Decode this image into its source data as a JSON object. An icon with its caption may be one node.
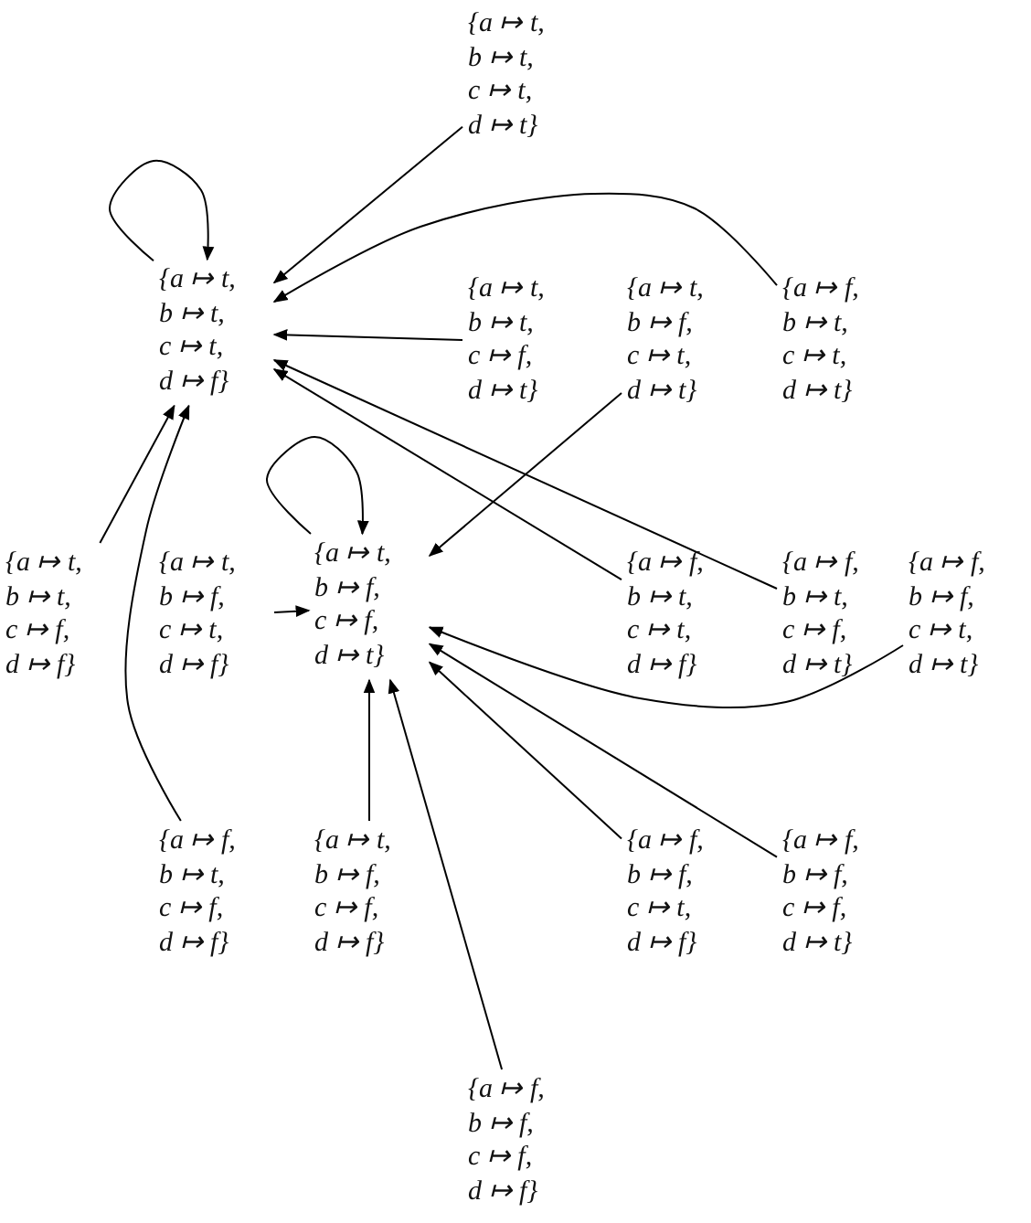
{
  "diagram": {
    "nodes": [
      {
        "text": [
          "{a ↦ t, b ↦ t, c ↦ t, d ↦ t}"
        ]
      },
      {
        "text": [
          "{a ↦ t, b ↦ t, c ↦ t, d ↦ f}"
        ]
      },
      {
        "text": [
          "{a ↦ t, b ↦ t, c ↦ f, d ↦ t}"
        ]
      },
      {
        "text": [
          "{a ↦ t, b ↦ f, c ↦ t, d ↦ t}"
        ]
      },
      {
        "text": [
          "{a ↦ f, b ↦ t, c ↦ t, d ↦ t}"
        ]
      },
      {
        "text": [
          "{a ↦ t, b ↦ t, c ↦ f, d ↦ f}"
        ]
      },
      {
        "text": [
          "{a ↦ t, b ↦ f, c ↦ t, d ↦ f}"
        ]
      },
      {
        "text": [
          "{a ↦ t, b ↦ f, c ↦ f, d ↦ t}"
        ]
      },
      {
        "text": [
          "{a ↦ f, b ↦ t, c ↦ t, d ↦ f}"
        ]
      },
      {
        "text": [
          "{a ↦ f, b ↦ t, c ↦ f, d ↦ t}"
        ]
      },
      {
        "text": [
          "{a ↦ f, b ↦ f, c ↦ t, d ↦ t}"
        ]
      },
      {
        "text": [
          "{a ↦ f, b ↦ t, c ↦ f, d ↦ f}"
        ]
      },
      {
        "text": [
          "{a ↦ t, b ↦ f, c ↦ f, d ↦ f}"
        ]
      },
      {
        "text": [
          "{a ↦ f, b ↦ f, c ↦ t, d ↦ f}"
        ]
      },
      {
        "text": [
          "{a ↦ f, b ↦ f, c ↦ f, d ↦ t}"
        ]
      },
      {
        "text": [
          "{a ↦ f, b ↦ f, c ↦ f, d ↦ f}"
        ]
      }
    ],
    "edges": [
      {
        "from": 0,
        "to": 1,
        "arrow": "to"
      },
      {
        "from": 1,
        "to": 1,
        "arrow": "to"
      },
      {
        "from": 4,
        "to": 1,
        "arrow": "to"
      },
      {
        "from": 2,
        "to": 1,
        "arrow": "to"
      },
      {
        "from": 8,
        "to": 1,
        "arrow": "to"
      },
      {
        "from": 9,
        "to": 1,
        "arrow": "to"
      },
      {
        "from": 5,
        "to": 1,
        "arrow": "to"
      },
      {
        "from": 11,
        "to": 1,
        "arrow": "to"
      },
      {
        "from": 7,
        "to": 7,
        "arrow": "to"
      },
      {
        "from": 3,
        "to": 7,
        "arrow": "to"
      },
      {
        "from": 6,
        "to": 7,
        "arrow": "to"
      },
      {
        "from": 10,
        "to": 7,
        "arrow": "to"
      },
      {
        "from": 12,
        "to": 7,
        "arrow": "to"
      },
      {
        "from": 15,
        "to": 7,
        "arrow": "to"
      },
      {
        "from": 13,
        "to": 7,
        "arrow": "to"
      },
      {
        "from": 14,
        "to": 7,
        "arrow": "to"
      }
    ]
  }
}
